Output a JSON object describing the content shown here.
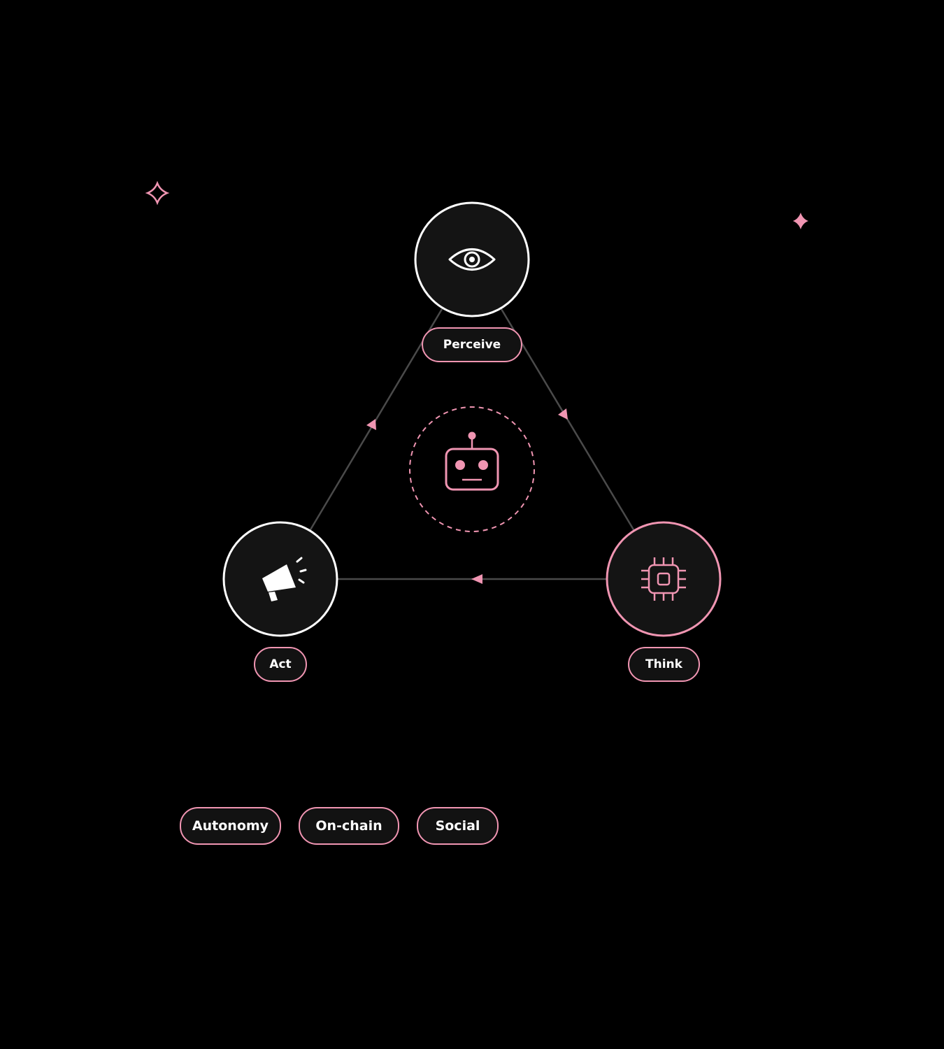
{
  "nodes": {
    "perceive": {
      "label": "Perceive",
      "icon": "eye-icon"
    },
    "think": {
      "label": "Think",
      "icon": "chip-icon"
    },
    "act": {
      "label": "Act",
      "icon": "megaphone-icon"
    }
  },
  "center": {
    "icon": "robot-icon"
  },
  "decorations": [
    "sparkle-outline-icon",
    "sparkle-filled-icon"
  ],
  "tags": [
    {
      "label": "Autonomy"
    },
    {
      "label": "On-chain"
    },
    {
      "label": "Social"
    }
  ],
  "colors": {
    "background": "#000000",
    "accent": "#f095b2",
    "node_fill": "#141414",
    "edge": "#4a4a4a",
    "text": "#ffffff"
  }
}
